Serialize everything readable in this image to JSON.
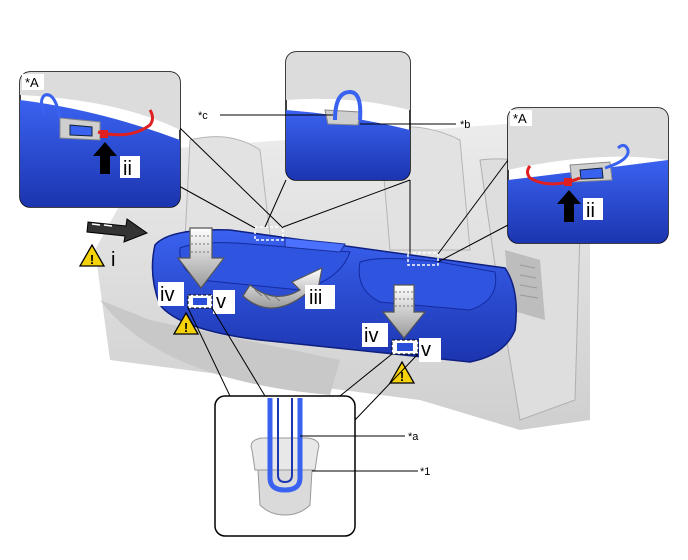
{
  "inset_labels": {
    "left": "*A",
    "right": "*A"
  },
  "callouts": {
    "c": "*c",
    "b": "*b",
    "a": "*a",
    "one": "*1"
  },
  "steps": {
    "i": "i",
    "ii_left": "ii",
    "ii_right": "ii",
    "iii": "iii",
    "iv_left": "iv",
    "v_left": "v",
    "iv_right": "iv",
    "v_right": "v"
  },
  "colors": {
    "seat_blue": "#2a4fd8",
    "seat_dark": "#1a2f9a",
    "wire_red": "#e02020",
    "warning_yellow": "#f5d20a",
    "interior_gray": "#d9d9d9"
  }
}
